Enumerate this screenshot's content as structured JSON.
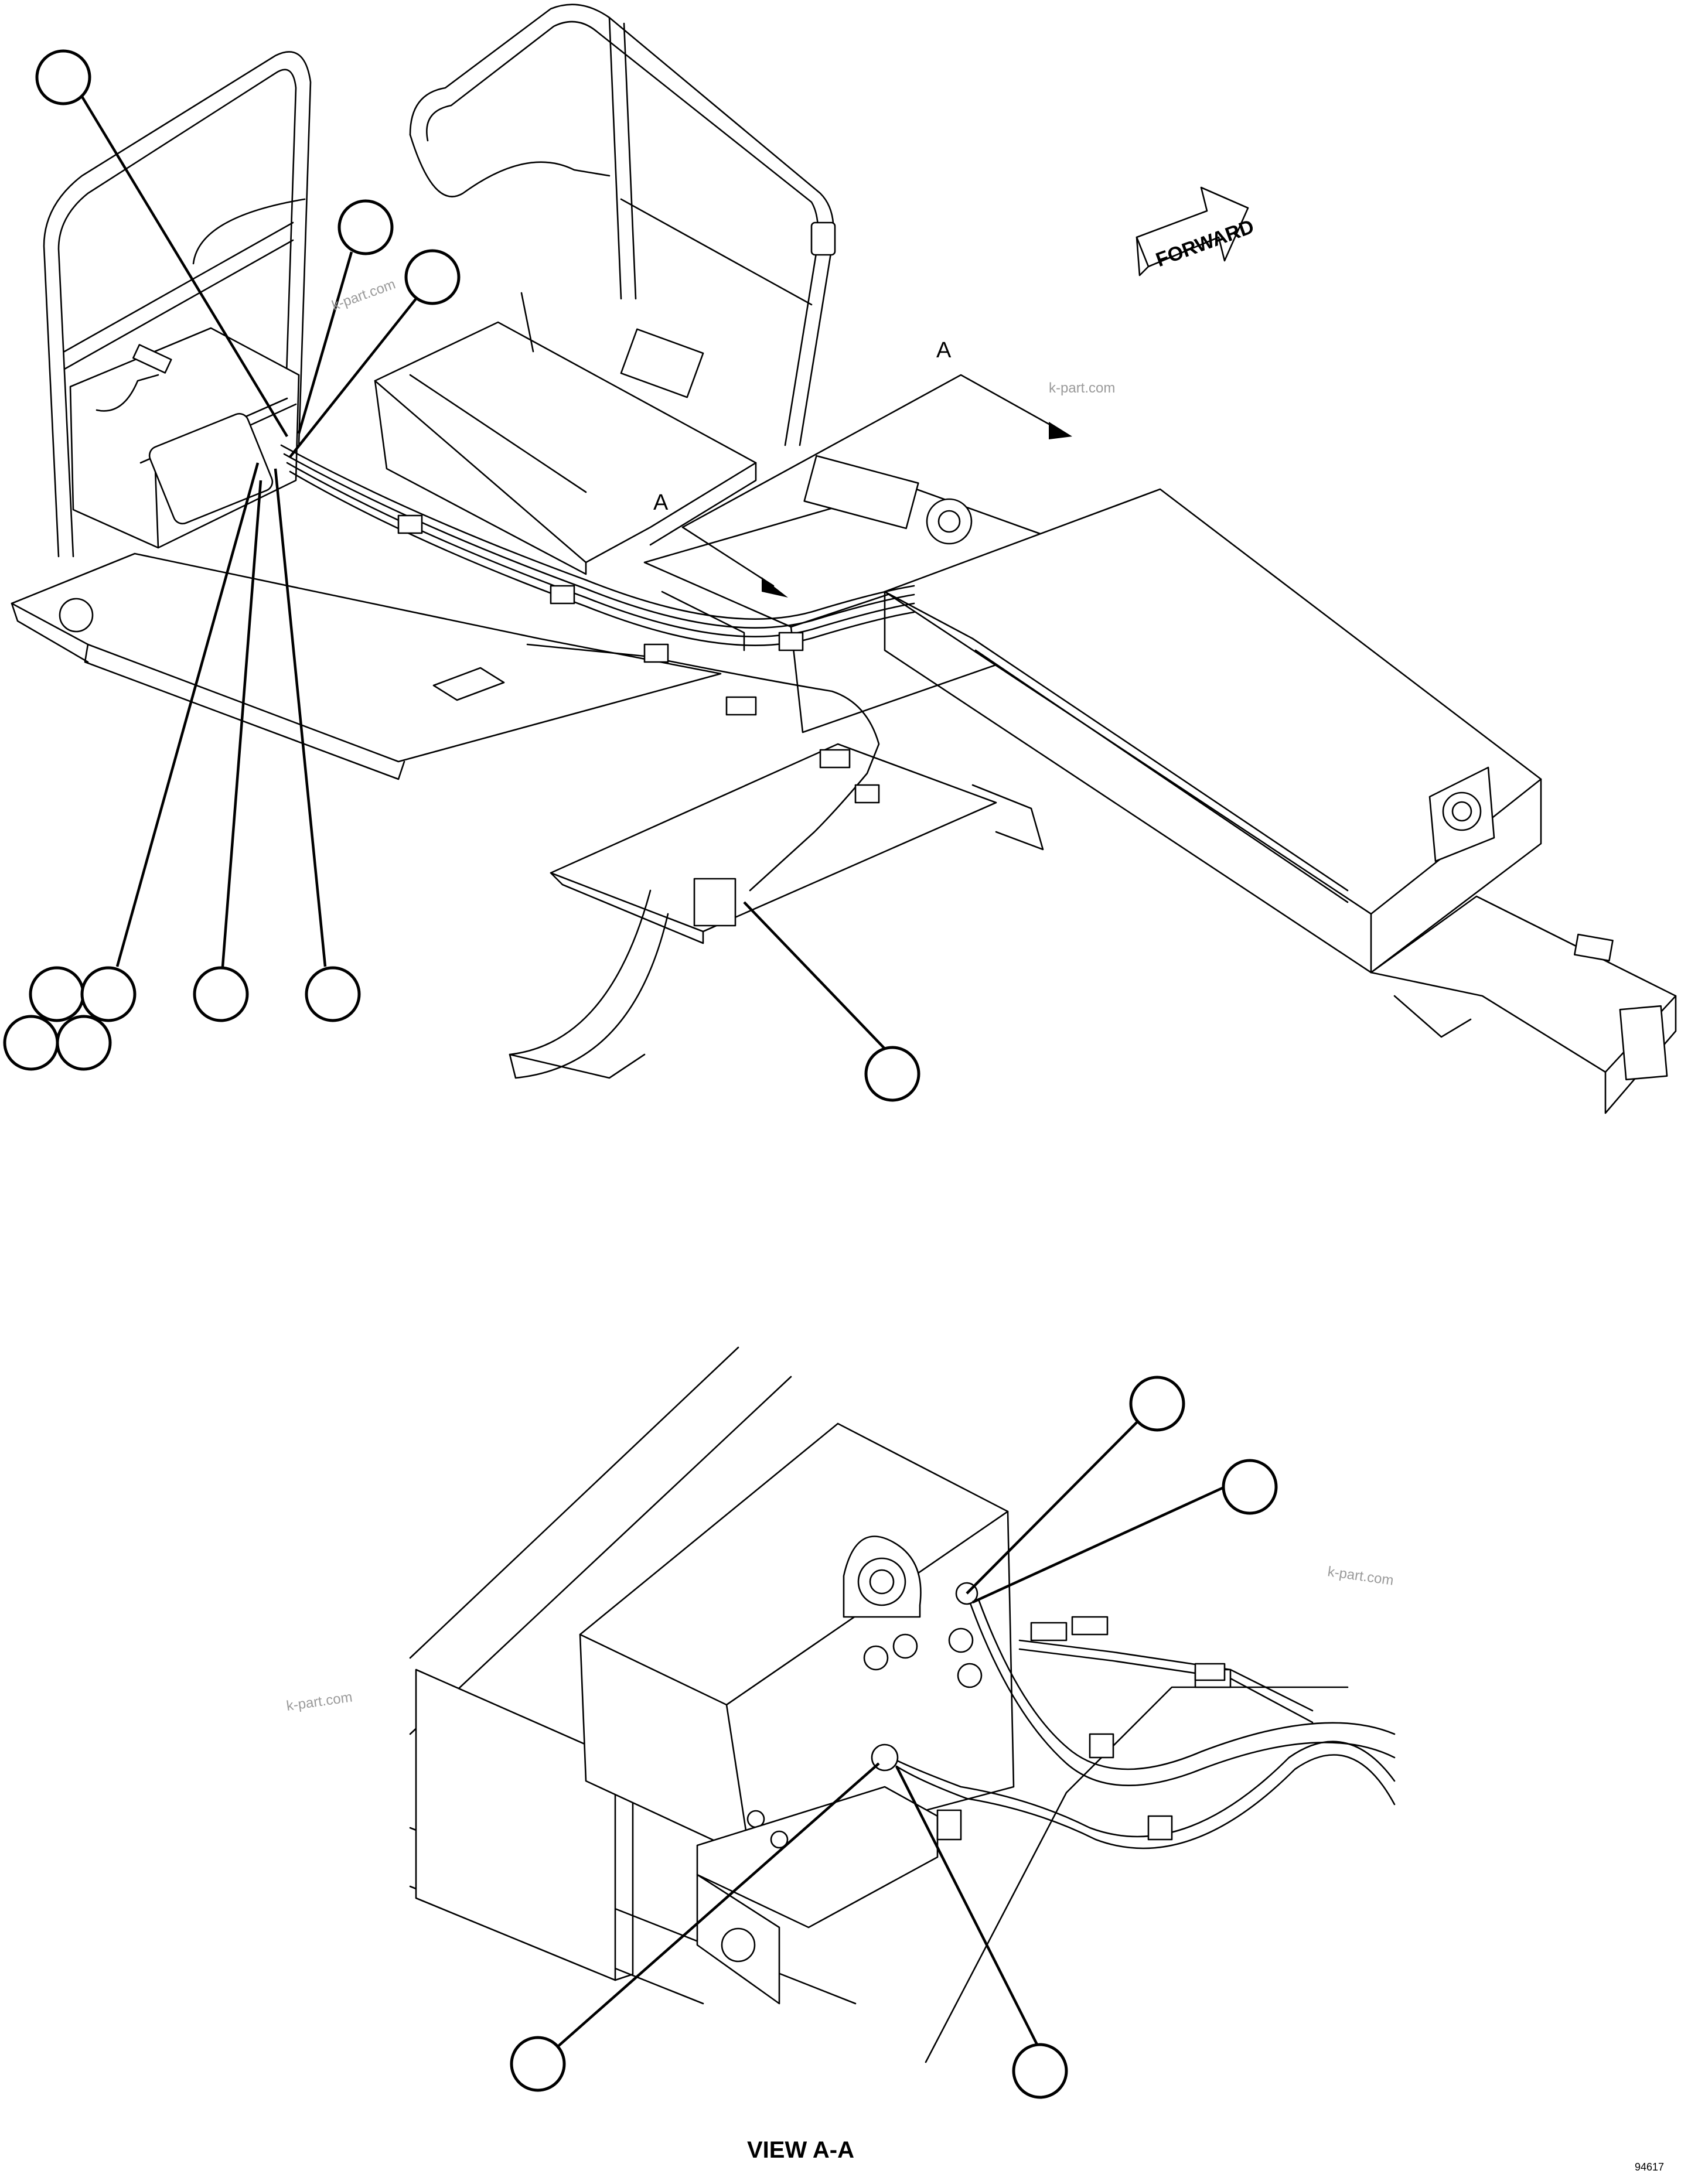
{
  "top_view": {
    "forward_arrow_label": "FORWARD",
    "section_marker_top": "A",
    "section_marker_bottom": "A"
  },
  "bottom_view": {
    "view_caption": "VIEW A-A"
  },
  "drawing_number": "94617",
  "watermark_text": "k-part.com"
}
